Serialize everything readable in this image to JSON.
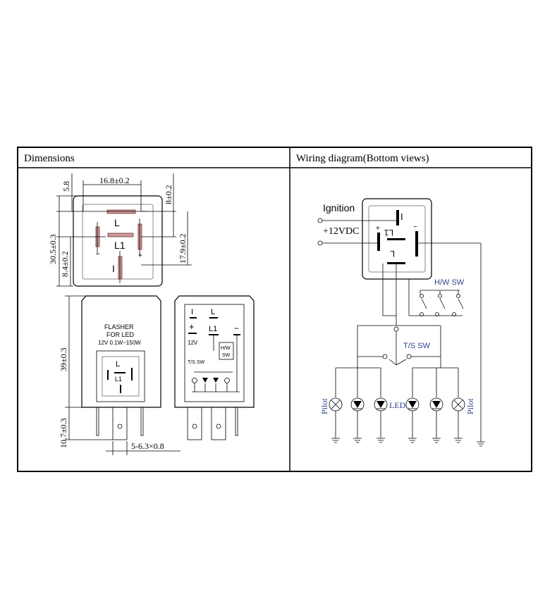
{
  "panels": {
    "dimensions_title": "Dimensions",
    "wiring_title": "Wiring diagram(Bottom views)"
  },
  "dimensions": {
    "top_width": "16.8±0.2",
    "top_offset": "5.8",
    "right_small": "8±0.2",
    "right_height": "17.9±0.2",
    "left_height": "30.5±0.3",
    "left_small": "8.4±0.2",
    "body_height": "39±0.3",
    "pin_length": "10.7±0.3",
    "pin_size": "5-6.3×0.8",
    "pin_labels": {
      "L": "L",
      "L1": "L1",
      "I": "I",
      "plus": "+",
      "minus": "−"
    },
    "front_label_1": "FLASHER",
    "front_label_2": "FOR LED",
    "front_label_3": "12V  0.1W~150W",
    "front_pin_L": "L",
    "front_pin_L1": "L1",
    "side_I": "I",
    "side_L": "L",
    "side_plus": "+",
    "side_L1": "L1",
    "side_12v": "12V",
    "side_minus": "−",
    "side_hw": "H/W",
    "side_sw": "SW",
    "side_ts": "T/S SW"
  },
  "wiring": {
    "ignition": "Ignition",
    "vdc": "+12VDC",
    "pin_I": "I",
    "pin_plus": "+",
    "pin_minus": "−",
    "pin_L1": "L1",
    "pin_L": "L",
    "hw_sw": "H/W SW",
    "ts_sw": "T/S SW",
    "pilot_left": "Pilot",
    "pilot_right": "Pilot",
    "led": "LED"
  }
}
